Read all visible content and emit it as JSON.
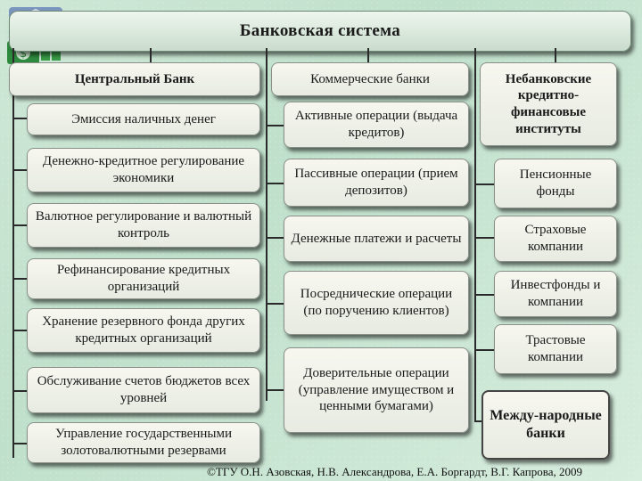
{
  "title": "Банковская система",
  "columns": {
    "central": {
      "header": "Центральный Банк",
      "items": [
        "Эмиссия наличных денег",
        "Денежно-кредитное регулирование экономики",
        "Валютное регулирование и валютный контроль",
        "Рефинансирование кредитных организаций",
        "Хранение резервного фонда других кредитных организаций",
        "Обслуживание счетов бюджетов всех уровней",
        "Управление государственными золотовалютными резервами"
      ]
    },
    "commercial": {
      "header": "Коммерческие банки",
      "items": [
        "Активные операции (выдача кредитов)",
        "Пассивные операции (прием депозитов)",
        "Денежные платежи и расчеты",
        "Посреднические операции (по поручению клиентов)",
        "Доверительные операции (управление имуществом и ценными бумагами)"
      ]
    },
    "nonbank": {
      "header": "Небанковские кредитно-финансовые институты",
      "items": [
        "Пенсионные фонды",
        "Страховые компании",
        "Инвестфонды и компании",
        "Трастовые компании",
        "Между-народные банки"
      ]
    }
  },
  "copyright": "©ТГУ О.Н. Азовская, Н.В. Александрова, Е.А. Боргардт, В.Г. Капрова, 2009",
  "logo": {
    "icon": "bank-building-icon",
    "badge_text": "$"
  }
}
